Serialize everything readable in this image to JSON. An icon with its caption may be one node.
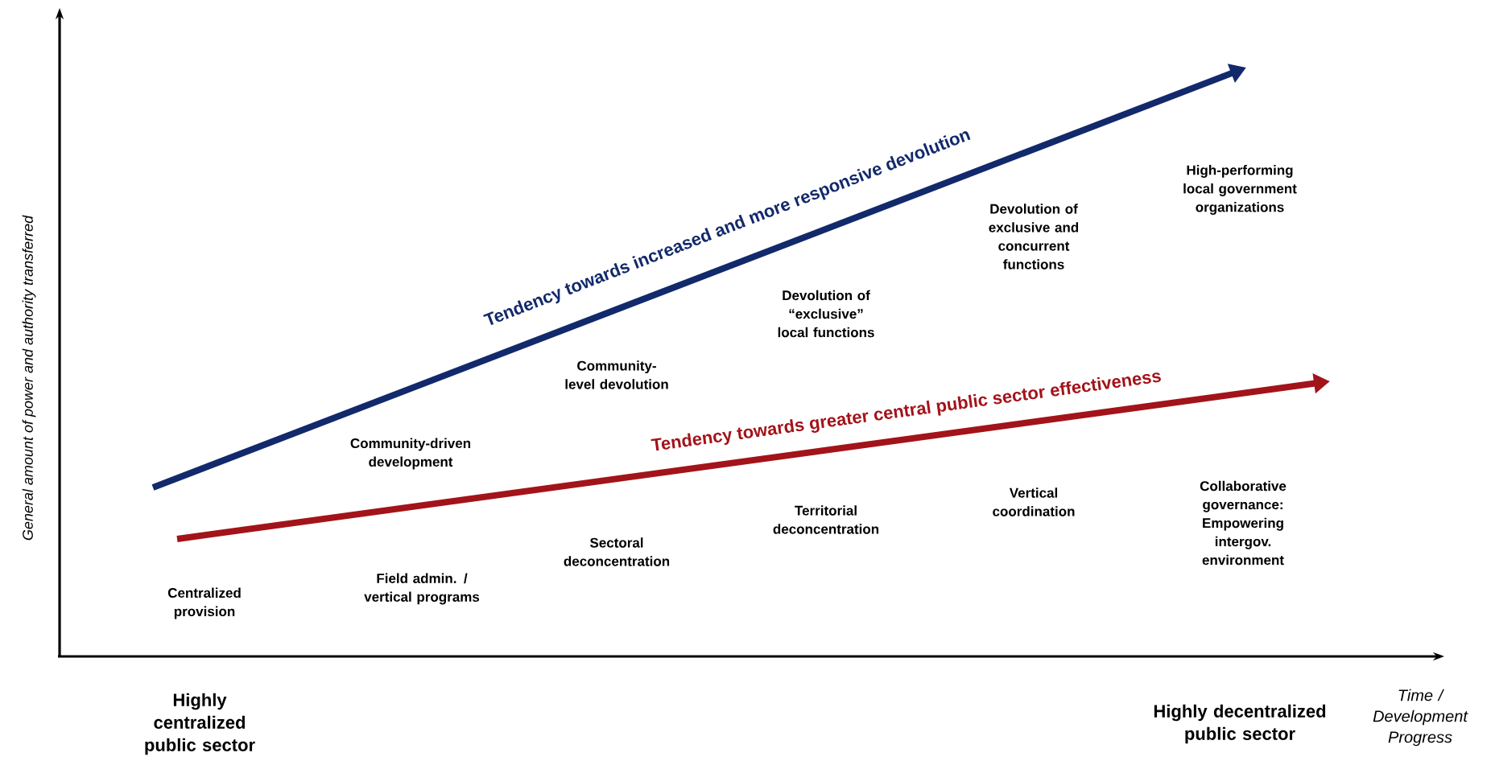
{
  "diagram": {
    "labels": [
      "General amount of power and authority transferred",
      "Tendency towards increased and more responsive devolution",
      "High-performing local government organizations",
      "Devolution of exclusive and concurrent functions",
      "Devolution of “exclusive” local functions",
      "Community-level devolution",
      "Community-driven development",
      "Tendency towards greater central public sector effectiveness",
      "Collaborative governance: Empowering intergov. environment",
      "Vertical coordination",
      "Territorial deconcentration",
      "Sectoral deconcentration",
      "Field admin. / vertical programs",
      "Centralized provision",
      "Highly centralized public sector",
      "Highly decentralized public sector",
      "Time / Development Progress"
    ]
  }
}
